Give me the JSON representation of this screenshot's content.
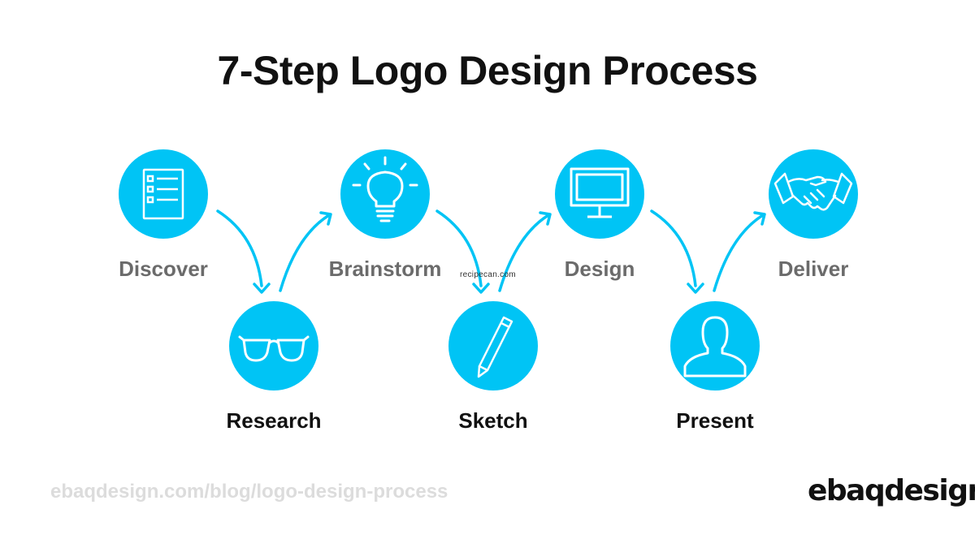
{
  "title": "7-Step Logo Design Process",
  "accent_color": "#00c4f5",
  "steps": [
    {
      "label": "Discover",
      "icon": "checklist-icon"
    },
    {
      "label": "Research",
      "icon": "glasses-icon"
    },
    {
      "label": "Brainstorm",
      "icon": "lightbulb-icon"
    },
    {
      "label": "Sketch",
      "icon": "pencil-icon"
    },
    {
      "label": "Design",
      "icon": "monitor-icon"
    },
    {
      "label": "Present",
      "icon": "person-icon"
    },
    {
      "label": "Deliver",
      "icon": "handshake-icon"
    }
  ],
  "watermark": "recipecan.com",
  "footer": {
    "url": "ebaqdesign.com/blog/logo-design-process",
    "brand": "ebaqdesign"
  }
}
